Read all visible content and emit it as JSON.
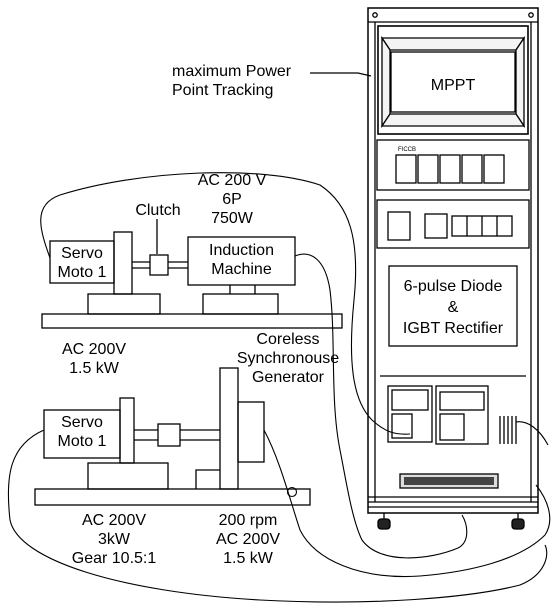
{
  "labels": {
    "mppt_callout": [
      "maximum Power",
      "Point Tracking"
    ],
    "mppt_panel": "MPPT",
    "rectifier_panel": [
      "6-pulse Diode",
      "&",
      "IGBT Rectifier"
    ],
    "induction_rating": [
      "AC 200 V",
      "6P",
      "750W"
    ],
    "clutch": "Clutch",
    "induction_machine": [
      "Induction",
      "Machine"
    ],
    "servo_upper": [
      "Servo",
      "Moto 1"
    ],
    "servo_upper_rating": [
      "AC 200V",
      "1.5 kW"
    ],
    "generator": [
      "Coreless",
      "Synchronouse",
      "Generator"
    ],
    "servo_lower": [
      "Servo",
      "Moto 1"
    ],
    "servo_lower_rating": [
      "AC 200V",
      "3kW",
      "Gear 10.5:1"
    ],
    "generator_rating": [
      "200 rpm",
      "AC 200V",
      "1.5 kW"
    ]
  }
}
